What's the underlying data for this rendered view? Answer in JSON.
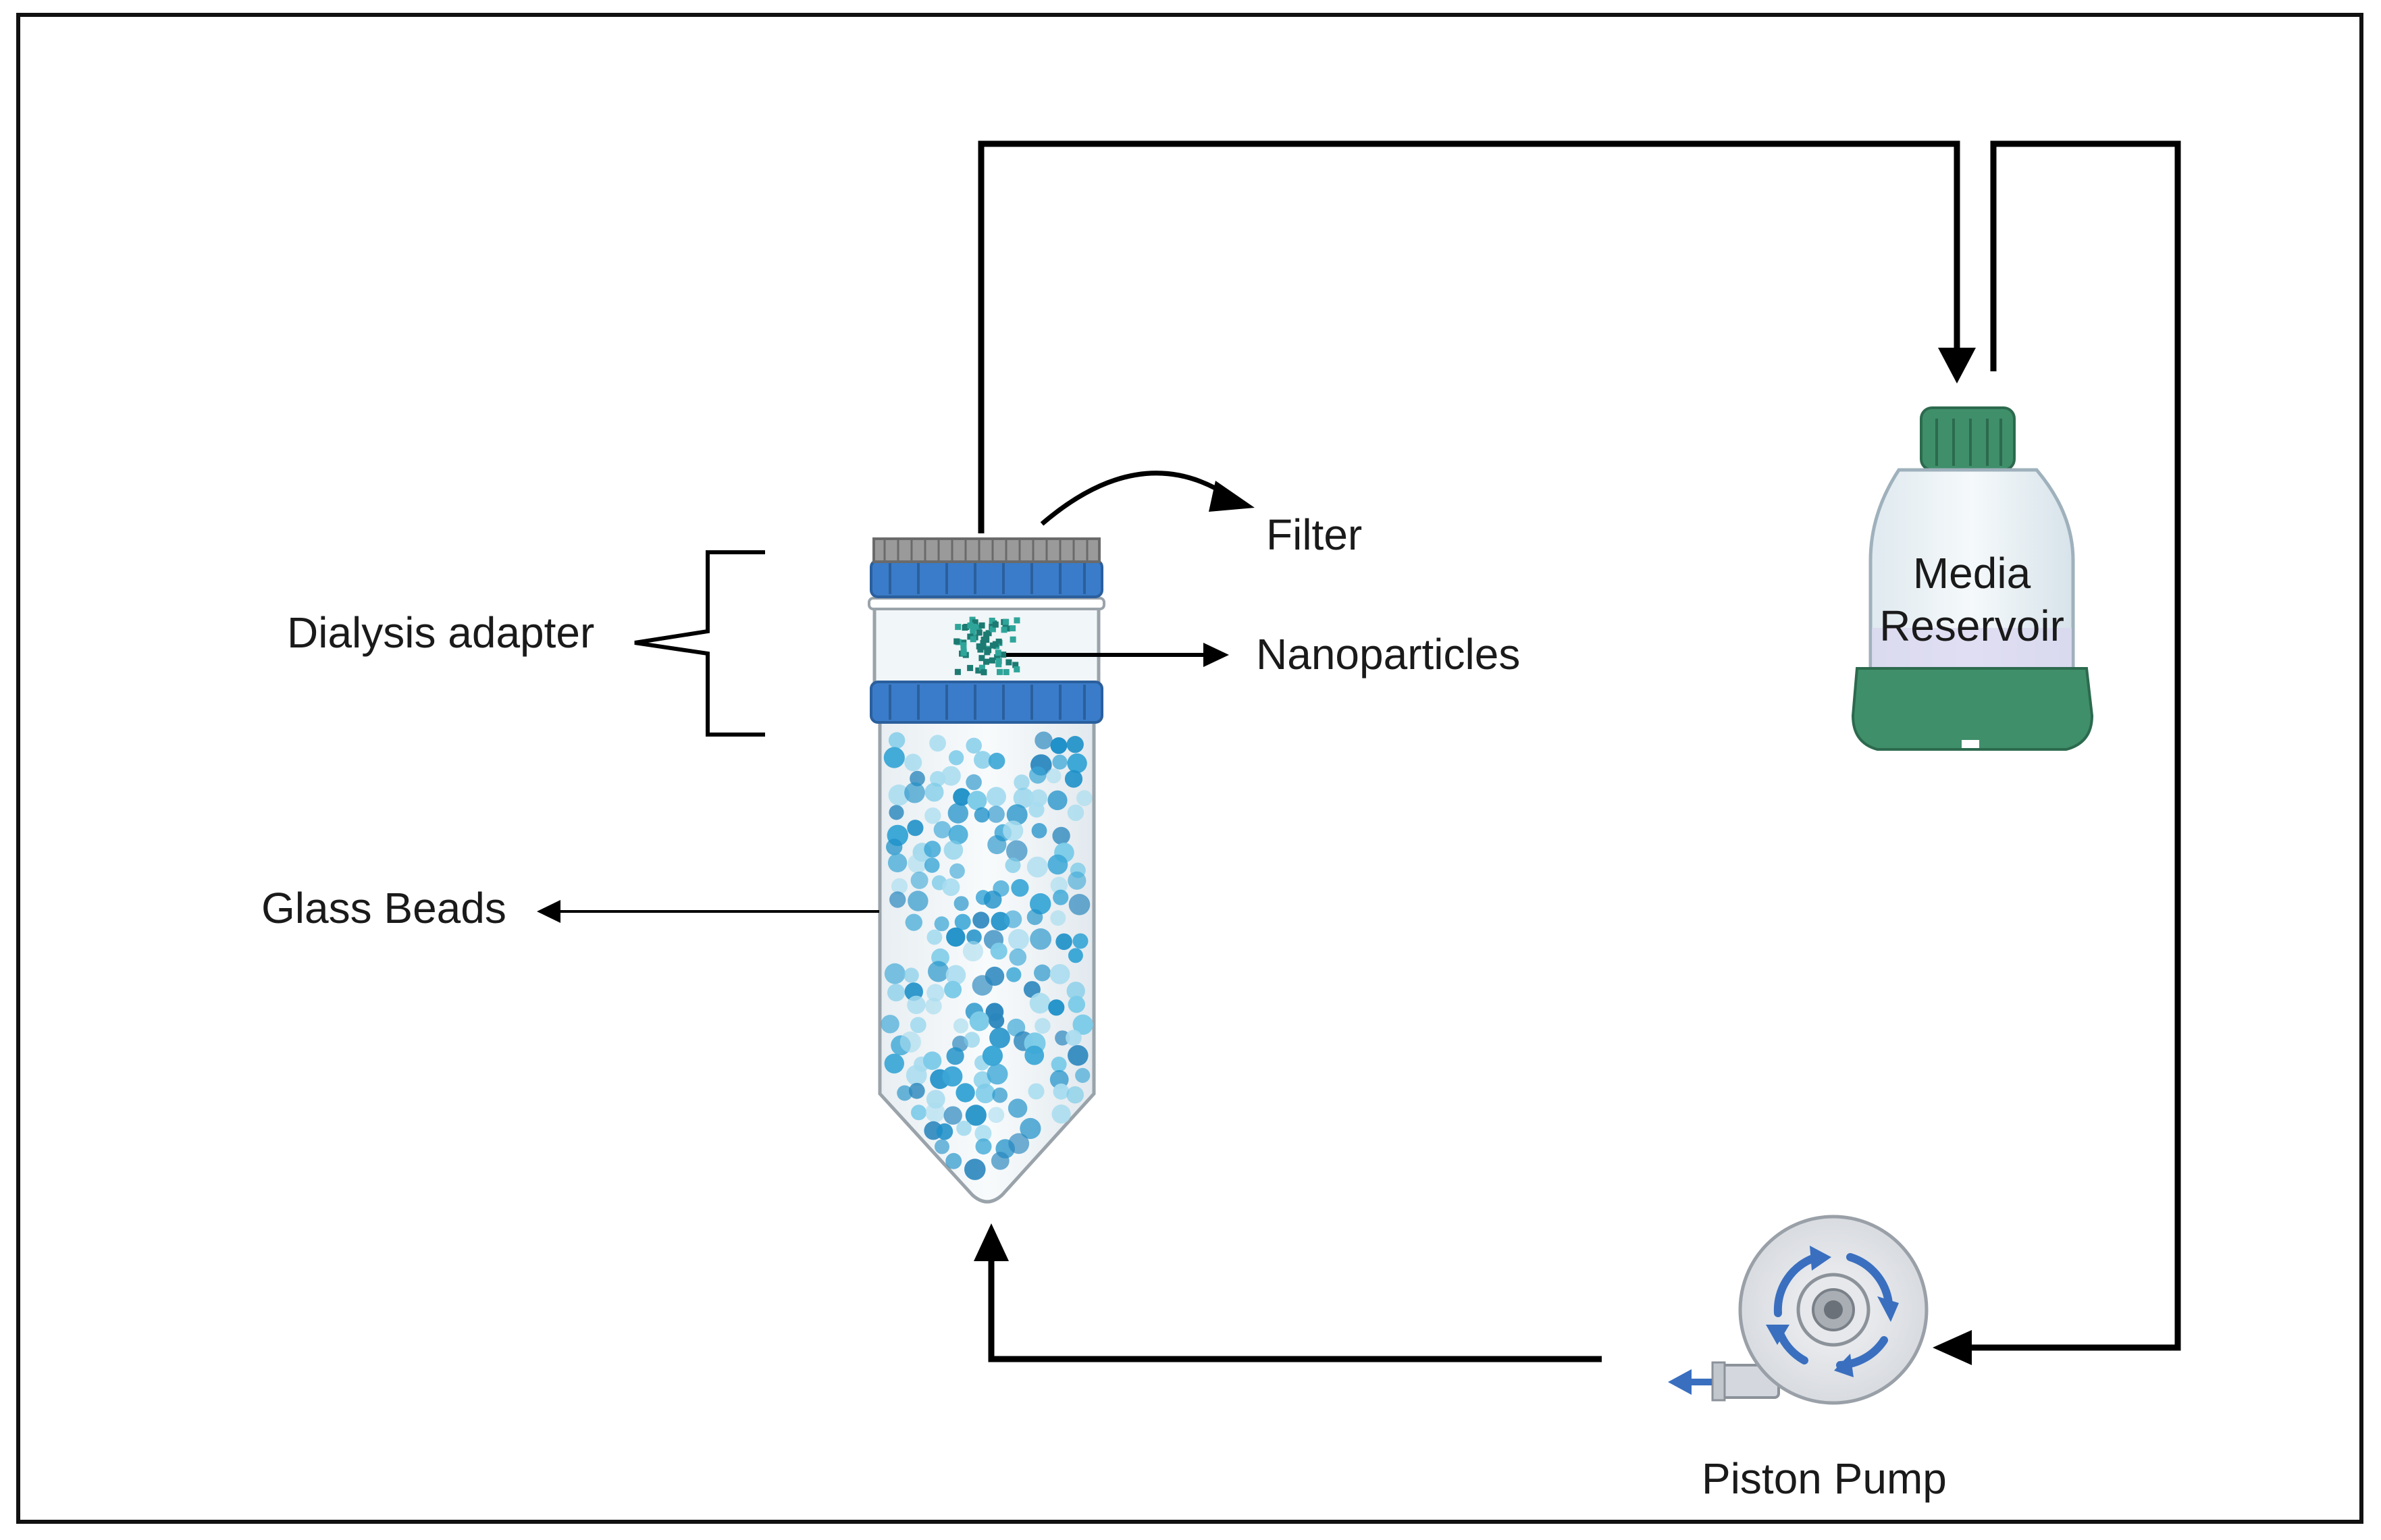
{
  "labels": {
    "filter": "Filter",
    "nanoparticles": "Nanoparticles",
    "dialysis_adapter": "Dialysis adapter",
    "glass_beads": "Glass Beads",
    "media_reservoir_line1": "Media",
    "media_reservoir_line2": "Reservoir",
    "piston_pump": "Piston Pump"
  },
  "colors": {
    "frame": "#111111",
    "flow_line": "#000000",
    "cap_blue": "#3a7cc9",
    "filter_grey": "#8a8a8a",
    "bead_blue": "#1e90c8",
    "bead_light": "#7ccbe8",
    "reservoir_green": "#3f8f6a",
    "pump_arrow": "#3a6fbf",
    "nanoparticle_teal": "#1c7a72"
  }
}
